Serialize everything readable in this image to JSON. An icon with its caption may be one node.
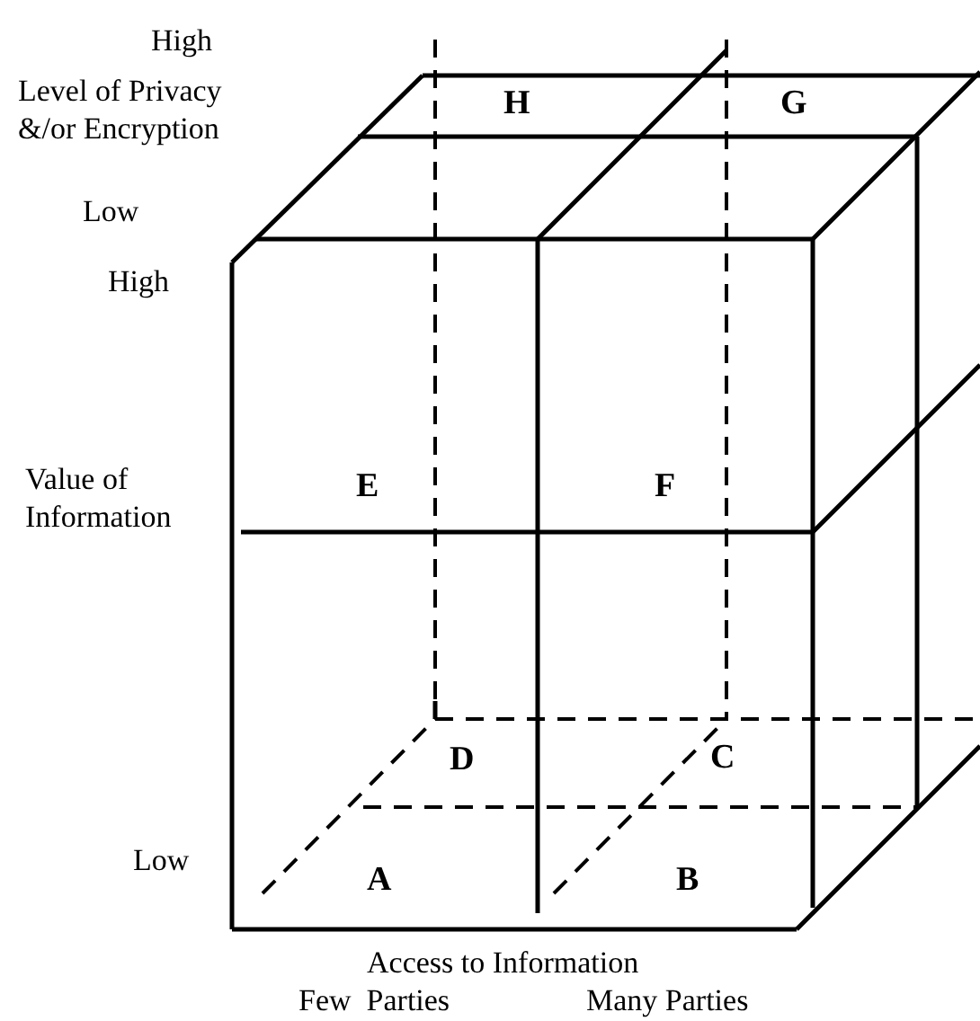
{
  "diagram": {
    "labels": [
      "High",
      "Level of Privacy &/or Encryption",
      "H",
      "G",
      "Low",
      "High",
      "Value of Information",
      "E",
      "F",
      "D",
      "C",
      "Low",
      "A",
      "B",
      "Access to Information",
      "Few  Parties",
      "Many Parties"
    ]
  }
}
